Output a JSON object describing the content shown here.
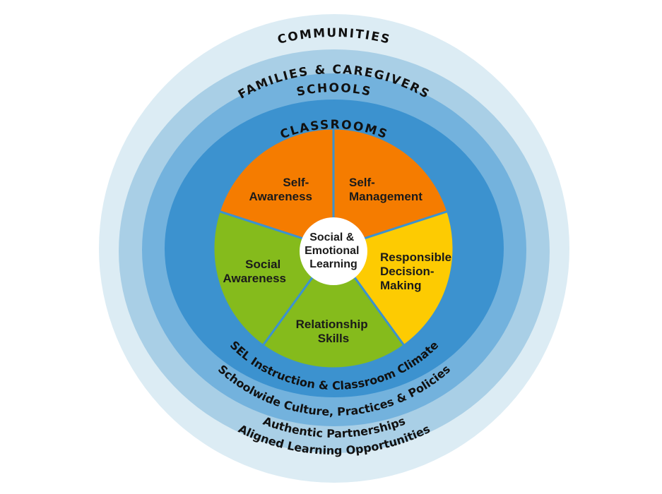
{
  "colors": {
    "communities": "#dcecf4",
    "families": "#a9cfe6",
    "schools": "#73b2dd",
    "classrooms": "#3c92cf",
    "orange": "#f57c00",
    "yellow": "#fdcb02",
    "green": "#85bb1c",
    "center": "#ffffff"
  },
  "rings": {
    "communities": "COMMUNITIES",
    "families": "FAMILIES & CAREGIVERS",
    "schools": "SCHOOLS",
    "classrooms": "CLASSROOMS"
  },
  "bottom_labels": {
    "classrooms": "SEL Instruction & Classroom Climate",
    "schools": "Schoolwide Culture, Practices & Policies",
    "families": "Authentic Partnerships",
    "communities": "Aligned Learning Opportunities"
  },
  "competencies": [
    {
      "line1": "Self-",
      "line2": "Awareness",
      "line3": ""
    },
    {
      "line1": "Self-",
      "line2": "Management",
      "line3": ""
    },
    {
      "line1": "Responsible",
      "line2": "Decision-",
      "line3": "Making"
    },
    {
      "line1": "Relationship",
      "line2": "Skills",
      "line3": ""
    },
    {
      "line1": "Social",
      "line2": "Awareness",
      "line3": ""
    }
  ],
  "center": {
    "line1": "Social &",
    "line2": "Emotional",
    "line3": "Learning"
  }
}
